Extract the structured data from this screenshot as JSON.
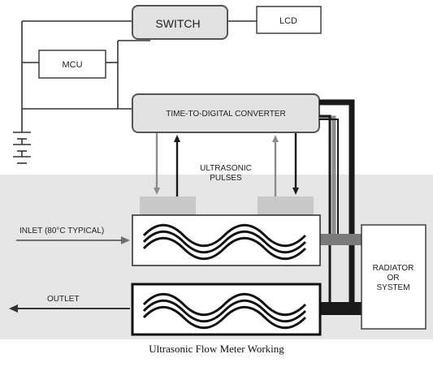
{
  "colors": {
    "background": "#ffffff",
    "panel": "#e6e6e6",
    "box_fill": "#e2e2e2",
    "box_stroke": "#555555",
    "wire": "#333333",
    "dark_line": "#1a1a1a",
    "light_line": "#8c8c8c",
    "transducer": "#c8c8c8"
  },
  "blocks": {
    "switch": "SWITCH",
    "lcd": "LCD",
    "mcu": "MCU",
    "tdc": "TIME-TO-DIGITAL CONVERTER",
    "radiator_line1": "RADIATOR",
    "radiator_line2": "OR",
    "radiator_line3": "SYSTEM"
  },
  "labels": {
    "pulses_line1": "ULTRASONIC",
    "pulses_line2": "PULSES",
    "inlet": "INLET (80°C TYPICAL)",
    "outlet": "OUTLET"
  },
  "icons": {
    "battery": "battery-icon",
    "inlet_arrow": "arrow-right-icon",
    "outlet_arrow": "arrow-left-icon",
    "wave": "flow-wave-icon"
  },
  "caption": "Ultrasonic Flow Meter Working"
}
